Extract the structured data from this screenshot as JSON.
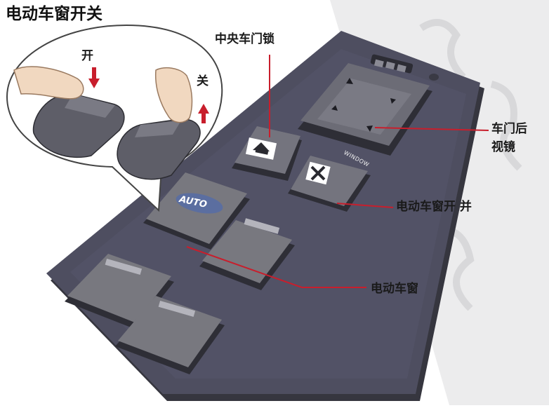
{
  "title": "电动车窗开关",
  "labels": {
    "open": "开",
    "close": "关",
    "central_lock": "中央车门锁",
    "mirror_line1": "车门后",
    "mirror_line2": "视镜",
    "window_switch": "电动车窗开 并",
    "power_window": "电动车窗"
  },
  "button_text": {
    "auto": "AUTO",
    "window": "WINDOW"
  },
  "colors": {
    "panel": "#4e4e60",
    "panel_shadow": "#36363f",
    "button": "#6f6f78",
    "arrow": "#c81e2c",
    "background": "#ffffff"
  }
}
